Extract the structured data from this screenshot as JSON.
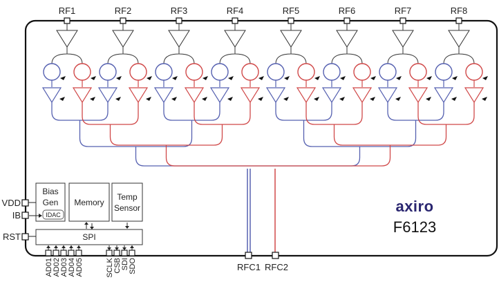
{
  "chip": {
    "brand": "axiro",
    "part_number": "F6123",
    "brand_color": "#2a2670"
  },
  "colors": {
    "blue_path": "#5560b0",
    "red_path": "#d04848",
    "outline": "#111111"
  },
  "rf_ports": [
    "RF1",
    "RF2",
    "RF3",
    "RF4",
    "RF5",
    "RF6",
    "RF7",
    "RF8"
  ],
  "common_ports": [
    "RFC1",
    "RFC2"
  ],
  "left_pins": [
    "VDD",
    "IB",
    "RST"
  ],
  "spi_pins": [
    "AD01",
    "AD02",
    "AD03",
    "AD04",
    "AD05",
    "SCLK",
    "CSB",
    "SDI",
    "SDO"
  ],
  "blocks": {
    "bias_gen_line1": "Bias",
    "bias_gen_line2": "Gen",
    "idac": "IDAC",
    "memory": "Memory",
    "temp_line1": "Temp",
    "temp_line2": "Sensor",
    "spi": "SPI"
  }
}
